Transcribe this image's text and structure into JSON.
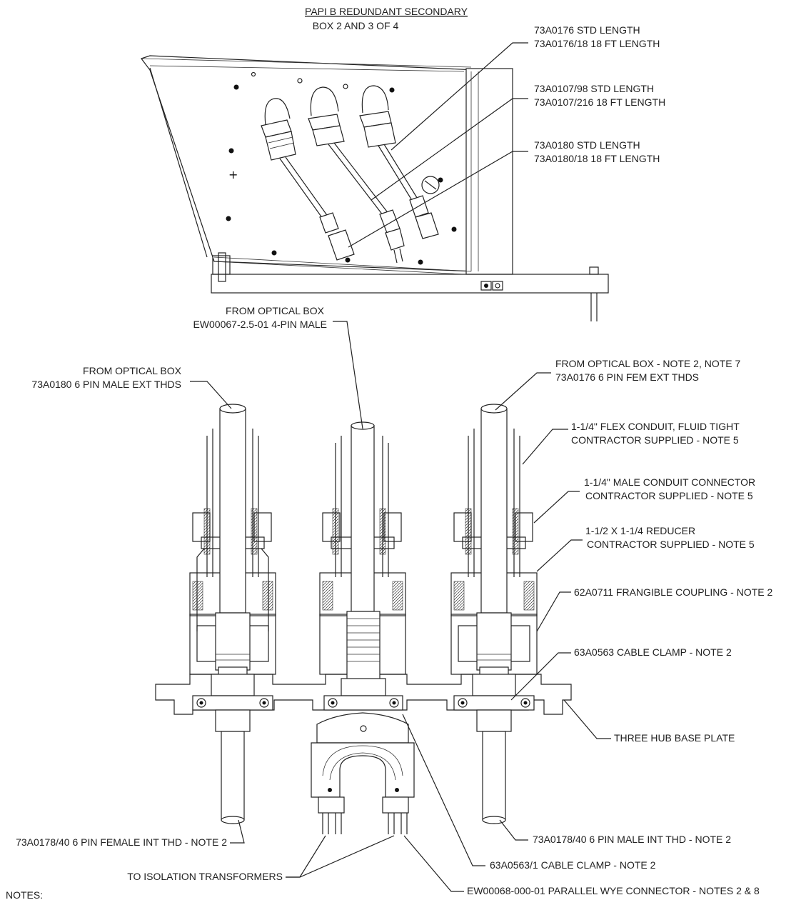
{
  "top_view": {
    "title": "PAPI B REDUNDANT SECONDARY",
    "subtitle": "BOX 2 AND 3 OF 4",
    "callouts": [
      {
        "line1": "73A0176 STD LENGTH",
        "line2": "73A0176/18 18 FT LENGTH"
      },
      {
        "line1": "73A0107/98 STD LENGTH",
        "line2": "73A0107/216 18 FT LENGTH"
      },
      {
        "line1": "73A0180 STD LENGTH",
        "line2": "73A0180/18 18 FT LENGTH"
      }
    ]
  },
  "base_view": {
    "labels": {
      "from_optical_center_1": "FROM OPTICAL BOX",
      "from_optical_center_2": "EW00067-2.5-01 4-PIN MALE",
      "from_optical_left_1": "FROM OPTICAL BOX",
      "from_optical_left_2": "73A0180 6 PIN MALE EXT THDS",
      "from_optical_right_1": "FROM OPTICAL BOX - NOTE 2, NOTE 7",
      "from_optical_right_2": "73A0176 6 PIN FEM EXT THDS",
      "flex_conduit_1": "1-1/4\" FLEX CONDUIT, FLUID TIGHT",
      "flex_conduit_2": "CONTRACTOR SUPPLIED - NOTE 5",
      "male_connector_1": "1-1/4\" MALE CONDUIT CONNECTOR",
      "male_connector_2": "CONTRACTOR SUPPLIED - NOTE 5",
      "reducer_1": "1-1/2 X 1-1/4 REDUCER",
      "reducer_2": "CONTRACTOR SUPPLIED - NOTE 5",
      "frangible": "62A0711 FRANGIBLE COUPLING - NOTE 2",
      "cable_clamp": "63A0563 CABLE CLAMP - NOTE 2",
      "base_plate": "THREE HUB BASE PLATE",
      "female_int": "73A0178/40 6 PIN FEMALE INT THD - NOTE 2",
      "male_int": "73A0178/40 6 PIN MALE INT THD - NOTE 2",
      "isolation": "TO ISOLATION TRANSFORMERS",
      "cable_clamp_1": "63A0563/1 CABLE CLAMP - NOTE 2",
      "wye": "EW00068-000-01 PARALLEL WYE CONNECTOR - NOTES 2 & 8"
    }
  },
  "notes_heading": "NOTES:"
}
